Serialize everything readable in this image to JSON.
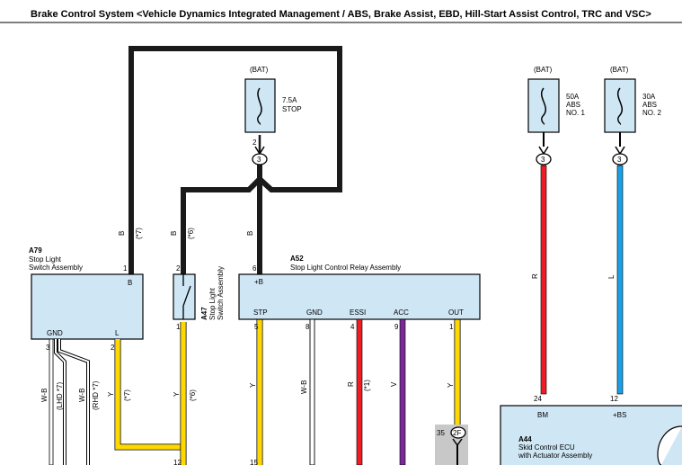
{
  "title": "Brake Control System <Vehicle Dynamics Integrated Management / ABS, Brake Assist, EBD, Hill-Start Assist Control, TRC and VSC>",
  "colors": {
    "black": "#1a1a1a",
    "yellow": "#ffd800",
    "red": "#ee1c25",
    "blue": "#1aa0e6",
    "purple": "#7a2a96",
    "white_wire": "#ffffff",
    "component_fill": "#cfe6f5",
    "connector_fill": "#c8c8c8"
  },
  "fuses": [
    {
      "source": "(BAT)",
      "rating": "7.5A",
      "name": "STOP",
      "pin": "2",
      "junction": "3"
    },
    {
      "source": "(BAT)",
      "rating": "50A",
      "name1": "ABS",
      "name2": "NO. 1",
      "junction": "3"
    },
    {
      "source": "(BAT)",
      "rating": "30A",
      "name1": "ABS",
      "name2": "NO. 2",
      "junction": "3"
    }
  ],
  "a79": {
    "code": "A79",
    "name1": "Stop Light",
    "name2": "Switch Assembly",
    "terminals": {
      "b": "B",
      "gnd": "GND",
      "l": "L"
    },
    "pins": {
      "b": "1",
      "gnd": "3",
      "l": "2"
    }
  },
  "a47": {
    "code": "A47",
    "name1": "Stop Light",
    "name2": "Switch Assembly",
    "pins": {
      "top": "2",
      "bottom": "1"
    }
  },
  "a52": {
    "code": "A52",
    "name": "Stop Light Control Relay Assembly",
    "terminals": {
      "b": "+B",
      "stp": "STP",
      "gnd": "GND",
      "essi": "ESSI",
      "acc": "ACC",
      "out": "OUT"
    },
    "pins": {
      "b": "6",
      "stp": "5",
      "gnd": "8",
      "essi": "4",
      "acc": "9",
      "out": "1"
    }
  },
  "a44": {
    "code": "A44",
    "name1": "Skid Control ECU",
    "name2": "with Actuator Assembly",
    "terminals": {
      "bm": "BM",
      "bs": "+BS"
    },
    "pins": {
      "bm": "24",
      "bs": "12"
    }
  },
  "wire_labels": {
    "b1": "B",
    "b1_note": "(*7)",
    "b2": "B",
    "b2_note": "(*6)",
    "b3": "B",
    "r_abs": "R",
    "l_abs": "L",
    "wb1": "W-B",
    "lhd_note": "(LHD *7)",
    "wb2": "W-B",
    "rhd_note": "(RHD *7)",
    "y1": "Y",
    "y1_note": "(*7)",
    "y2": "Y",
    "y2_note": "(*6)",
    "y3": "Y",
    "wb3": "W-B",
    "r_essi": "R",
    "r_essi_note": "(*1)",
    "v_acc": "V",
    "y_out": "Y"
  },
  "bottom_pins": {
    "p12": "12",
    "p15": "15"
  },
  "connector_2f": {
    "pin": "35",
    "code": "2F"
  }
}
